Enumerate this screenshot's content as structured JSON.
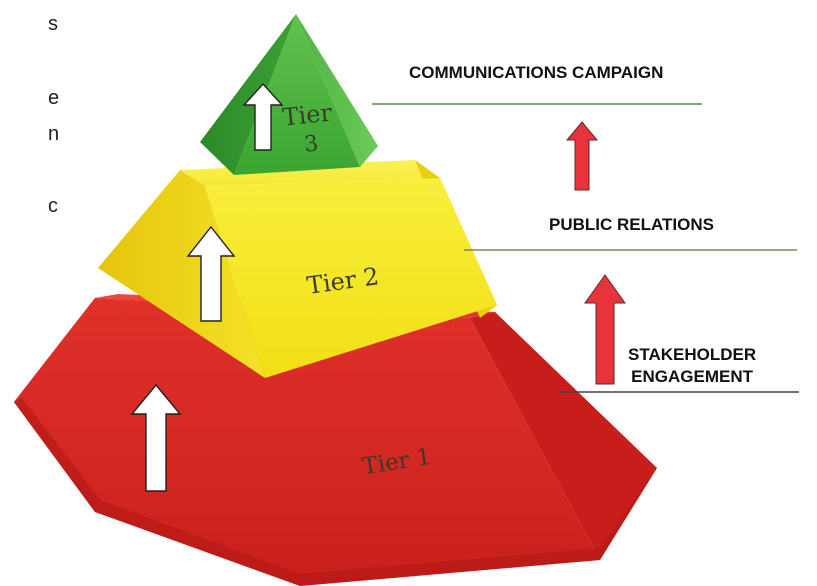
{
  "margin_text": {
    "fragments": [
      "s",
      "e",
      "n",
      "c"
    ]
  },
  "pyramid": {
    "tiers": [
      {
        "label": "Tier 1",
        "color": "#d92a22"
      },
      {
        "label": "Tier 2",
        "color": "#f6e61c"
      },
      {
        "label_line1": "Tier",
        "label_line2": "3",
        "color": "#3caf36"
      }
    ],
    "arrow_color": "#ffffff"
  },
  "side_labels": {
    "communications_campaign": "COMMUNICATIONS CAMPAIGN",
    "public_relations": "PUBLIC RELATIONS",
    "stakeholder_engagement_line1": "STAKEHOLDER",
    "stakeholder_engagement_line2": "ENGAGEMENT",
    "leader_line_color": "#5a8a4a",
    "arrow_color": "#e8323c"
  }
}
